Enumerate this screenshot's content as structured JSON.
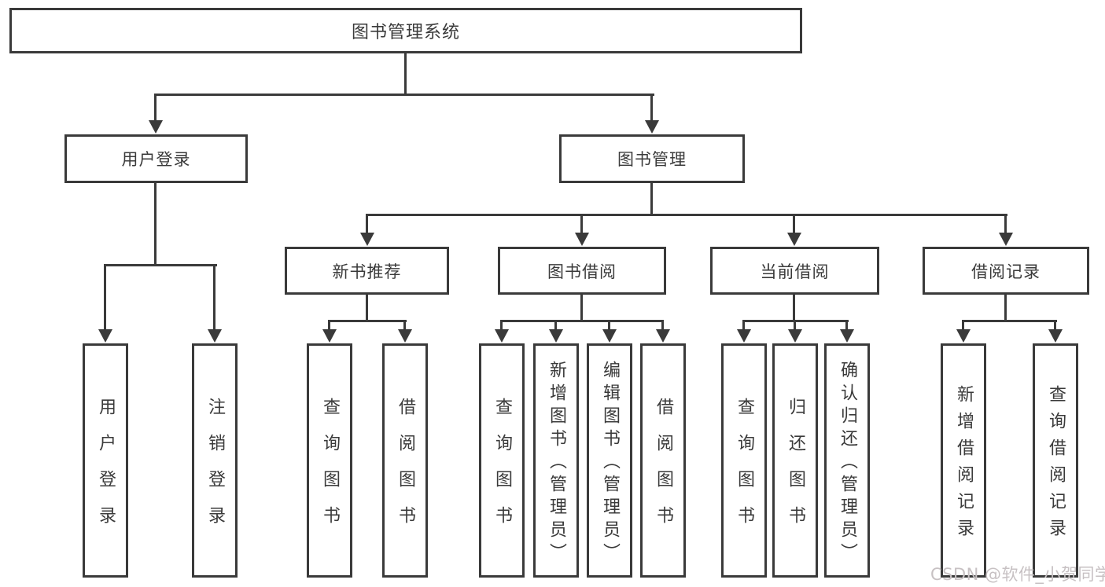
{
  "title": "图书管理系统",
  "level2": [
    {
      "label": "用户登录"
    },
    {
      "label": "图书管理"
    }
  ],
  "level3": [
    {
      "label": "新书推荐",
      "parent": "图书管理"
    },
    {
      "label": "图书借阅",
      "parent": "图书管理"
    },
    {
      "label": "当前借阅",
      "parent": "图书管理"
    },
    {
      "label": "借阅记录",
      "parent": "图书管理"
    }
  ],
  "leaves": [
    {
      "label": "用户登录",
      "parent": "用户登录"
    },
    {
      "label": "注销登录",
      "parent": "用户登录"
    },
    {
      "label": "查询图书",
      "parent": "新书推荐"
    },
    {
      "label": "借阅图书",
      "parent": "新书推荐"
    },
    {
      "label": "查询图书",
      "parent": "图书借阅"
    },
    {
      "label": "新增图书（管理员）",
      "parent": "图书借阅"
    },
    {
      "label": "编辑图书（管理员）",
      "parent": "图书借阅"
    },
    {
      "label": "借阅图书",
      "parent": "图书借阅"
    },
    {
      "label": "查询图书",
      "parent": "当前借阅"
    },
    {
      "label": "归还图书",
      "parent": "当前借阅"
    },
    {
      "label": "确认归还（管理员）",
      "parent": "当前借阅"
    },
    {
      "label": "新增借阅记录",
      "parent": "借阅记录"
    },
    {
      "label": "查询借阅记录",
      "parent": "借阅记录"
    }
  ],
  "watermark": {
    "text": "CSDN @软件_小贺同学"
  },
  "colors": {
    "line": "#3a3a3a",
    "text": "#3a3a3a",
    "background": "#ffffff",
    "watermark": "#c7c1c3"
  }
}
